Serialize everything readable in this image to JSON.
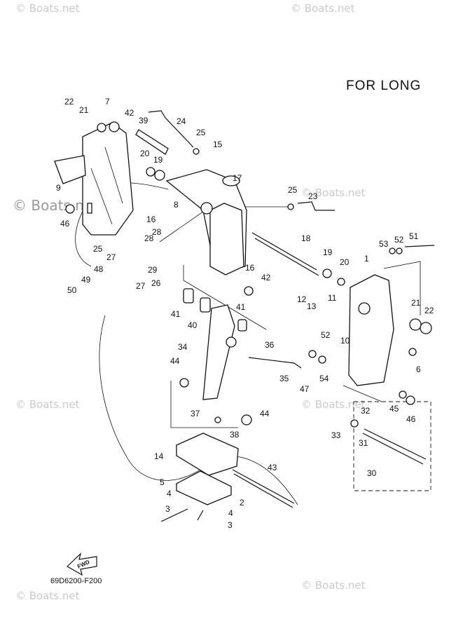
{
  "header": {
    "title": "FOR LONG"
  },
  "diagram_code": "69D6200-F200",
  "fwd_arrow_label": "FWD",
  "watermark_text": "© Boats.net",
  "part_labels": [
    {
      "n": "22"
    },
    {
      "n": "21"
    },
    {
      "n": "7"
    },
    {
      "n": "42"
    },
    {
      "n": "39"
    },
    {
      "n": "24"
    },
    {
      "n": "25"
    },
    {
      "n": "15"
    },
    {
      "n": "20"
    },
    {
      "n": "19"
    },
    {
      "n": "17"
    },
    {
      "n": "9"
    },
    {
      "n": "8"
    },
    {
      "n": "46"
    },
    {
      "n": "16"
    },
    {
      "n": "25"
    },
    {
      "n": "23"
    },
    {
      "n": "18"
    },
    {
      "n": "28"
    },
    {
      "n": "28"
    },
    {
      "n": "25"
    },
    {
      "n": "27"
    },
    {
      "n": "48"
    },
    {
      "n": "29"
    },
    {
      "n": "49"
    },
    {
      "n": "27"
    },
    {
      "n": "26"
    },
    {
      "n": "50"
    },
    {
      "n": "19"
    },
    {
      "n": "20"
    },
    {
      "n": "16"
    },
    {
      "n": "53"
    },
    {
      "n": "52"
    },
    {
      "n": "51"
    },
    {
      "n": "1"
    },
    {
      "n": "42"
    },
    {
      "n": "12"
    },
    {
      "n": "13"
    },
    {
      "n": "11"
    },
    {
      "n": "41"
    },
    {
      "n": "21"
    },
    {
      "n": "22"
    },
    {
      "n": "41"
    },
    {
      "n": "40"
    },
    {
      "n": "10"
    },
    {
      "n": "52"
    },
    {
      "n": "34"
    },
    {
      "n": "36"
    },
    {
      "n": "6"
    },
    {
      "n": "44"
    },
    {
      "n": "54"
    },
    {
      "n": "35"
    },
    {
      "n": "47"
    },
    {
      "n": "45"
    },
    {
      "n": "37"
    },
    {
      "n": "44"
    },
    {
      "n": "32"
    },
    {
      "n": "46"
    },
    {
      "n": "38"
    },
    {
      "n": "33"
    },
    {
      "n": "31"
    },
    {
      "n": "14"
    },
    {
      "n": "43"
    },
    {
      "n": "30"
    },
    {
      "n": "5"
    },
    {
      "n": "4"
    },
    {
      "n": "2"
    },
    {
      "n": "4"
    },
    {
      "n": "3"
    },
    {
      "n": "3"
    }
  ]
}
